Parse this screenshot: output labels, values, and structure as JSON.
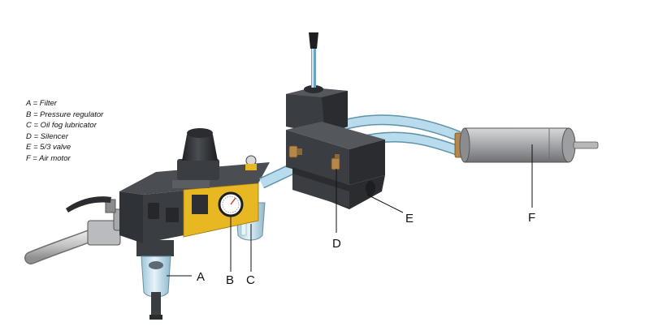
{
  "legend": [
    "A = Filter",
    "B = Pressure regulator",
    "C = Oil fog lubricator",
    "D = Silencer",
    "E = 5/3 valve",
    "F = Air motor"
  ],
  "callouts": {
    "a": "A",
    "b": "B",
    "c": "C",
    "d": "D",
    "e": "E",
    "f": "F"
  },
  "colors": {
    "body_dark": "#3a3d42",
    "body_yellow": "#e8b822",
    "motor_grey": "#9c9ea1",
    "hose_blue": "#a9d3e6",
    "brass": "#b5874a",
    "bowl_blue": "#cfe6f2"
  }
}
